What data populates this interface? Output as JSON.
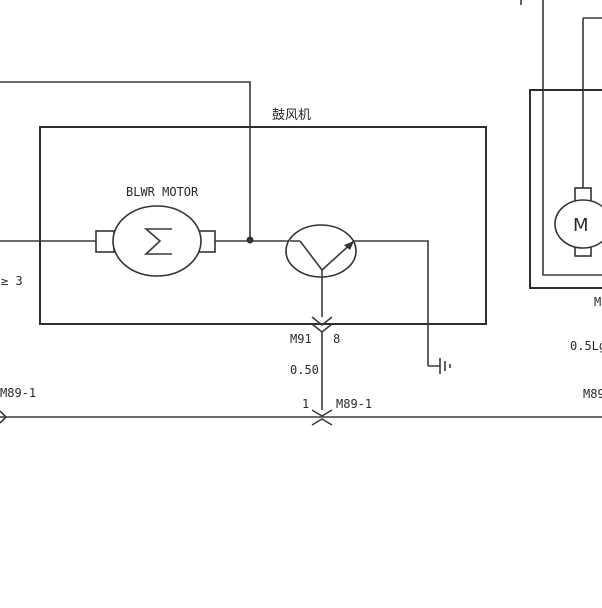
{
  "diagram": {
    "module_title": "鼓风机",
    "motor_label": "BLWR MOTOR",
    "connector_top": "M91",
    "pin_top": "8",
    "wire_spec": "0.50",
    "pin_bottom": "1",
    "connector_bottom": "M89-1",
    "connector_left": "M89-1",
    "left_edge_label": "≥ 3",
    "right_wire_spec": "0.5Lg",
    "right_connector": "M89",
    "right_motor_symbol": "M",
    "right_partial_label": "M",
    "colors": {
      "line": "#333333",
      "background": "#ffffff"
    }
  }
}
